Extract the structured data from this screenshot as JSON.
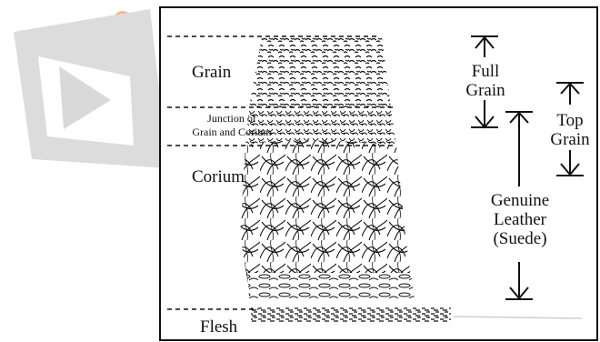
{
  "layers": {
    "grain": "Grain",
    "junction_line1": "Junction of",
    "junction_line2": "Grain and Corium",
    "corium": "Corium",
    "flesh": "Flesh"
  },
  "measures": {
    "full_grain_line1": "Full",
    "full_grain_line2": "Grain",
    "top_grain_line1": "Top",
    "top_grain_line2": "Grain",
    "genuine_line1": "Genuine",
    "genuine_line2": "Leather",
    "genuine_line3": "(Suede)"
  },
  "colors": {
    "ink": "#111111",
    "logo_gray": "#d9d9d9",
    "logo_orange": "#f7b998"
  },
  "icons": {
    "logo": "play-logo-watermark"
  }
}
